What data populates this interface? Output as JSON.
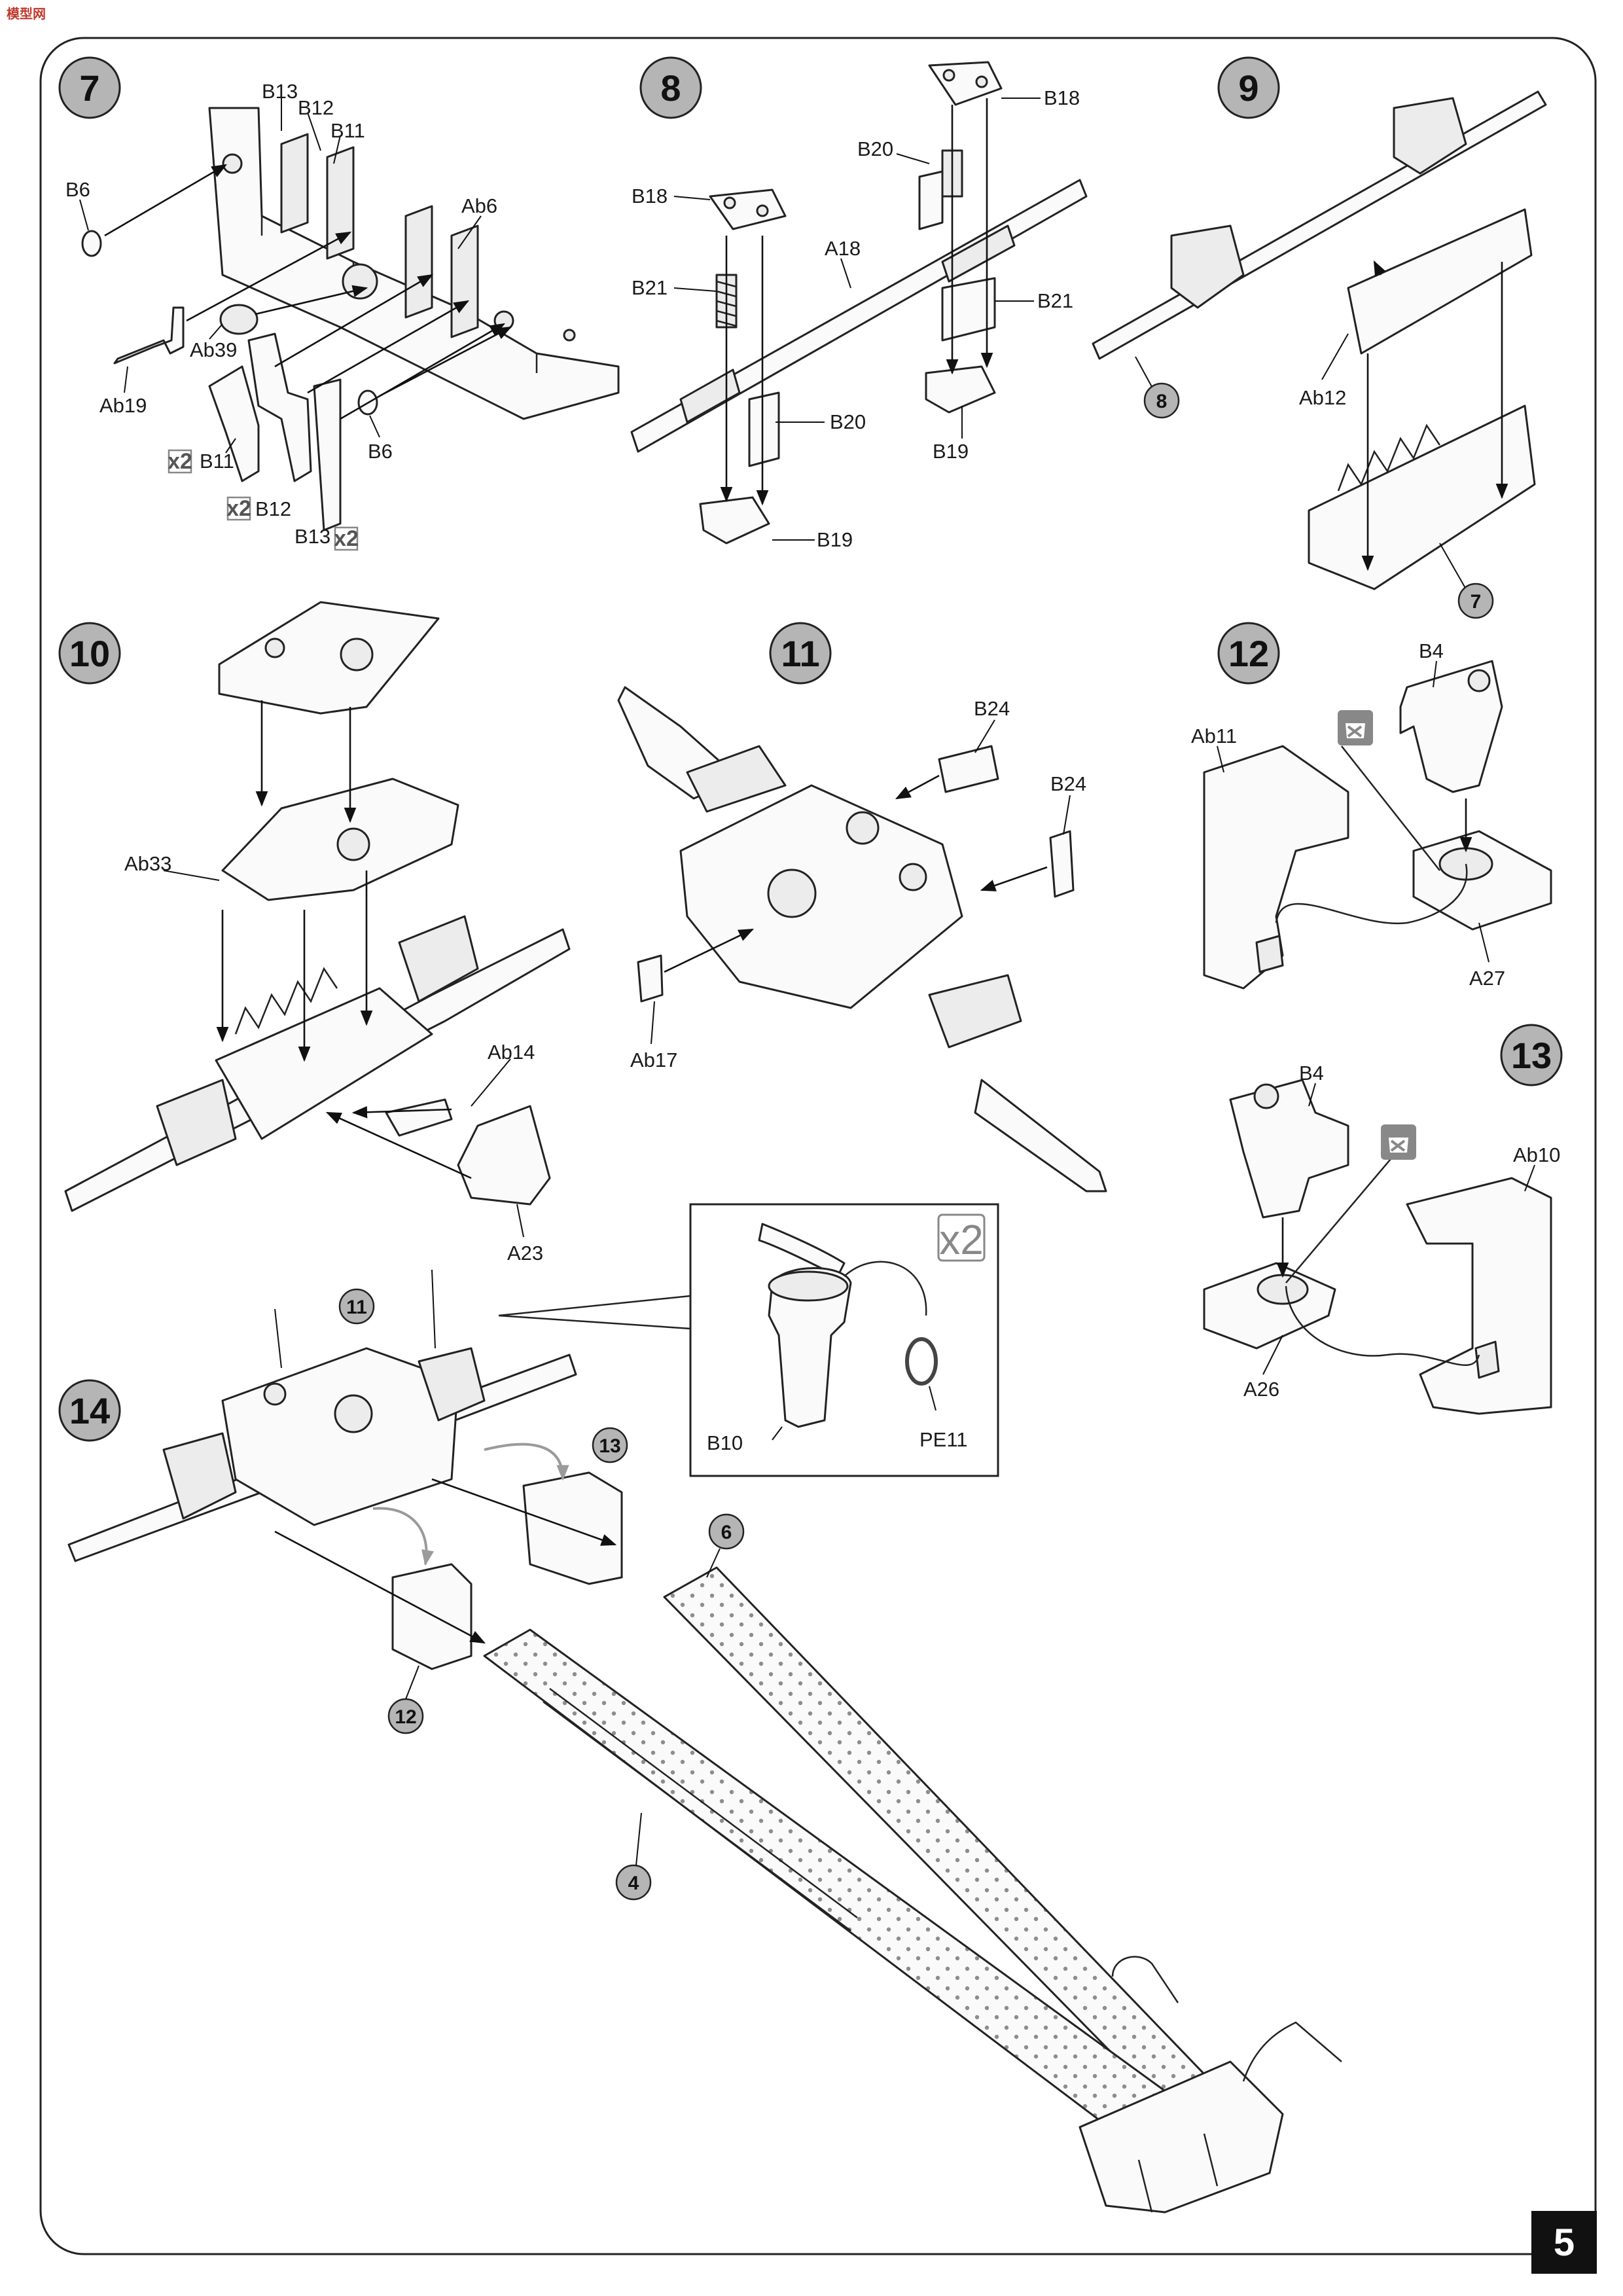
{
  "brand": "模型网",
  "page_number": "5",
  "steps": {
    "s7": {
      "number": "7",
      "labels": [
        "B13",
        "B12",
        "B11",
        "B6",
        "Ab6",
        "Ab39",
        "Ab19",
        "B11",
        "B12",
        "B6",
        "B13"
      ],
      "qty": [
        "x2",
        "x2",
        "x2"
      ]
    },
    "s8": {
      "number": "8",
      "labels": [
        "B18",
        "B20",
        "B18",
        "A18",
        "B21",
        "B21",
        "B20",
        "B19",
        "B19"
      ]
    },
    "s9": {
      "number": "9",
      "labels": [
        "Ab12"
      ],
      "refs": [
        "8",
        "7"
      ]
    },
    "s10": {
      "number": "10",
      "labels": [
        "Ab33",
        "Ab14",
        "A23"
      ]
    },
    "s11": {
      "number": "11",
      "labels": [
        "B24",
        "B24",
        "Ab17"
      ]
    },
    "s12": {
      "number": "12",
      "labels": [
        "B4",
        "Ab11",
        "A27"
      ]
    },
    "s13": {
      "number": "13",
      "labels": [
        "B4",
        "Ab10",
        "A26"
      ]
    },
    "s14": {
      "number": "14",
      "refs": [
        "11",
        "13",
        "6",
        "12",
        "4"
      ]
    },
    "inset": {
      "labels": [
        "B10",
        "PE11"
      ],
      "qty": "x2"
    }
  },
  "icons": [
    "no-glue-icon",
    "no-glue-icon"
  ]
}
